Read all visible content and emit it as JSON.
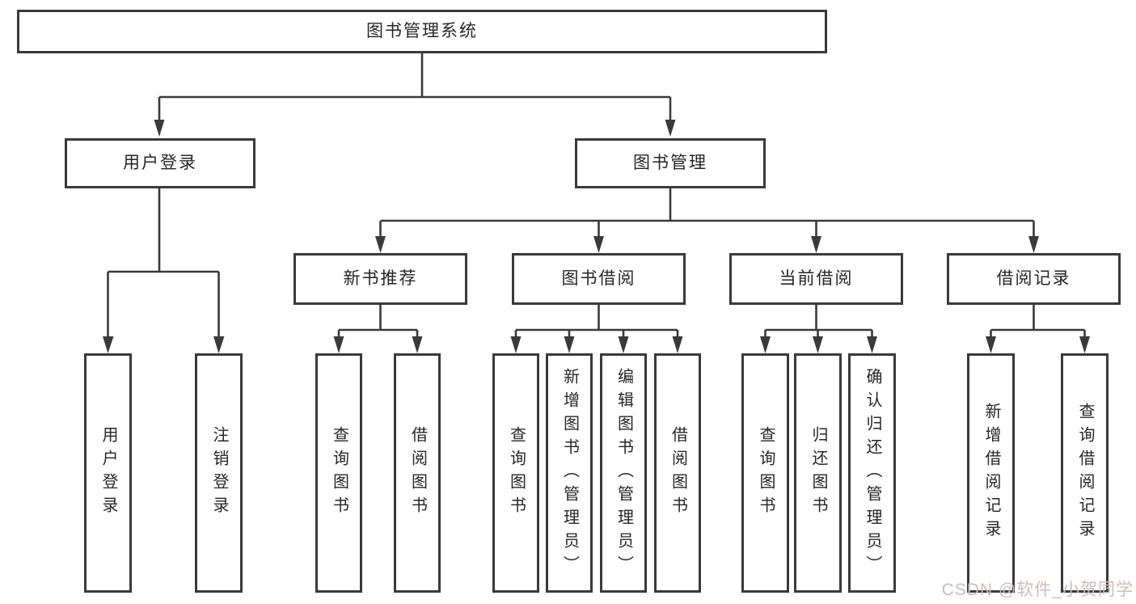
{
  "colors": {
    "background": "#ffffff",
    "line": "#3a3a3a",
    "box_border": "#3a3a3a",
    "text": "#262626",
    "watermark": "#cdbcbc"
  },
  "tree": {
    "label": "图书管理系统",
    "children": [
      {
        "label": "用户登录",
        "children": [
          {
            "label": "用户登录"
          },
          {
            "label": "注销登录"
          }
        ]
      },
      {
        "label": "图书管理",
        "children": [
          {
            "label": "新书推荐",
            "children": [
              {
                "label": "查询图书"
              },
              {
                "label": "借阅图书"
              }
            ]
          },
          {
            "label": "图书借阅",
            "children": [
              {
                "label": "查询图书"
              },
              {
                "label": "新增图书（管理员）"
              },
              {
                "label": "编辑图书（管理员）"
              },
              {
                "label": "借阅图书"
              }
            ]
          },
          {
            "label": "当前借阅",
            "children": [
              {
                "label": "查询图书"
              },
              {
                "label": "归还图书"
              },
              {
                "label": "确认归还（管理员）"
              }
            ]
          },
          {
            "label": "借阅记录",
            "children": [
              {
                "label": "新增借阅记录"
              },
              {
                "label": "查询借阅记录"
              }
            ]
          }
        ]
      }
    ]
  },
  "watermark": {
    "text": "CSDN @软件_小贺同学"
  }
}
